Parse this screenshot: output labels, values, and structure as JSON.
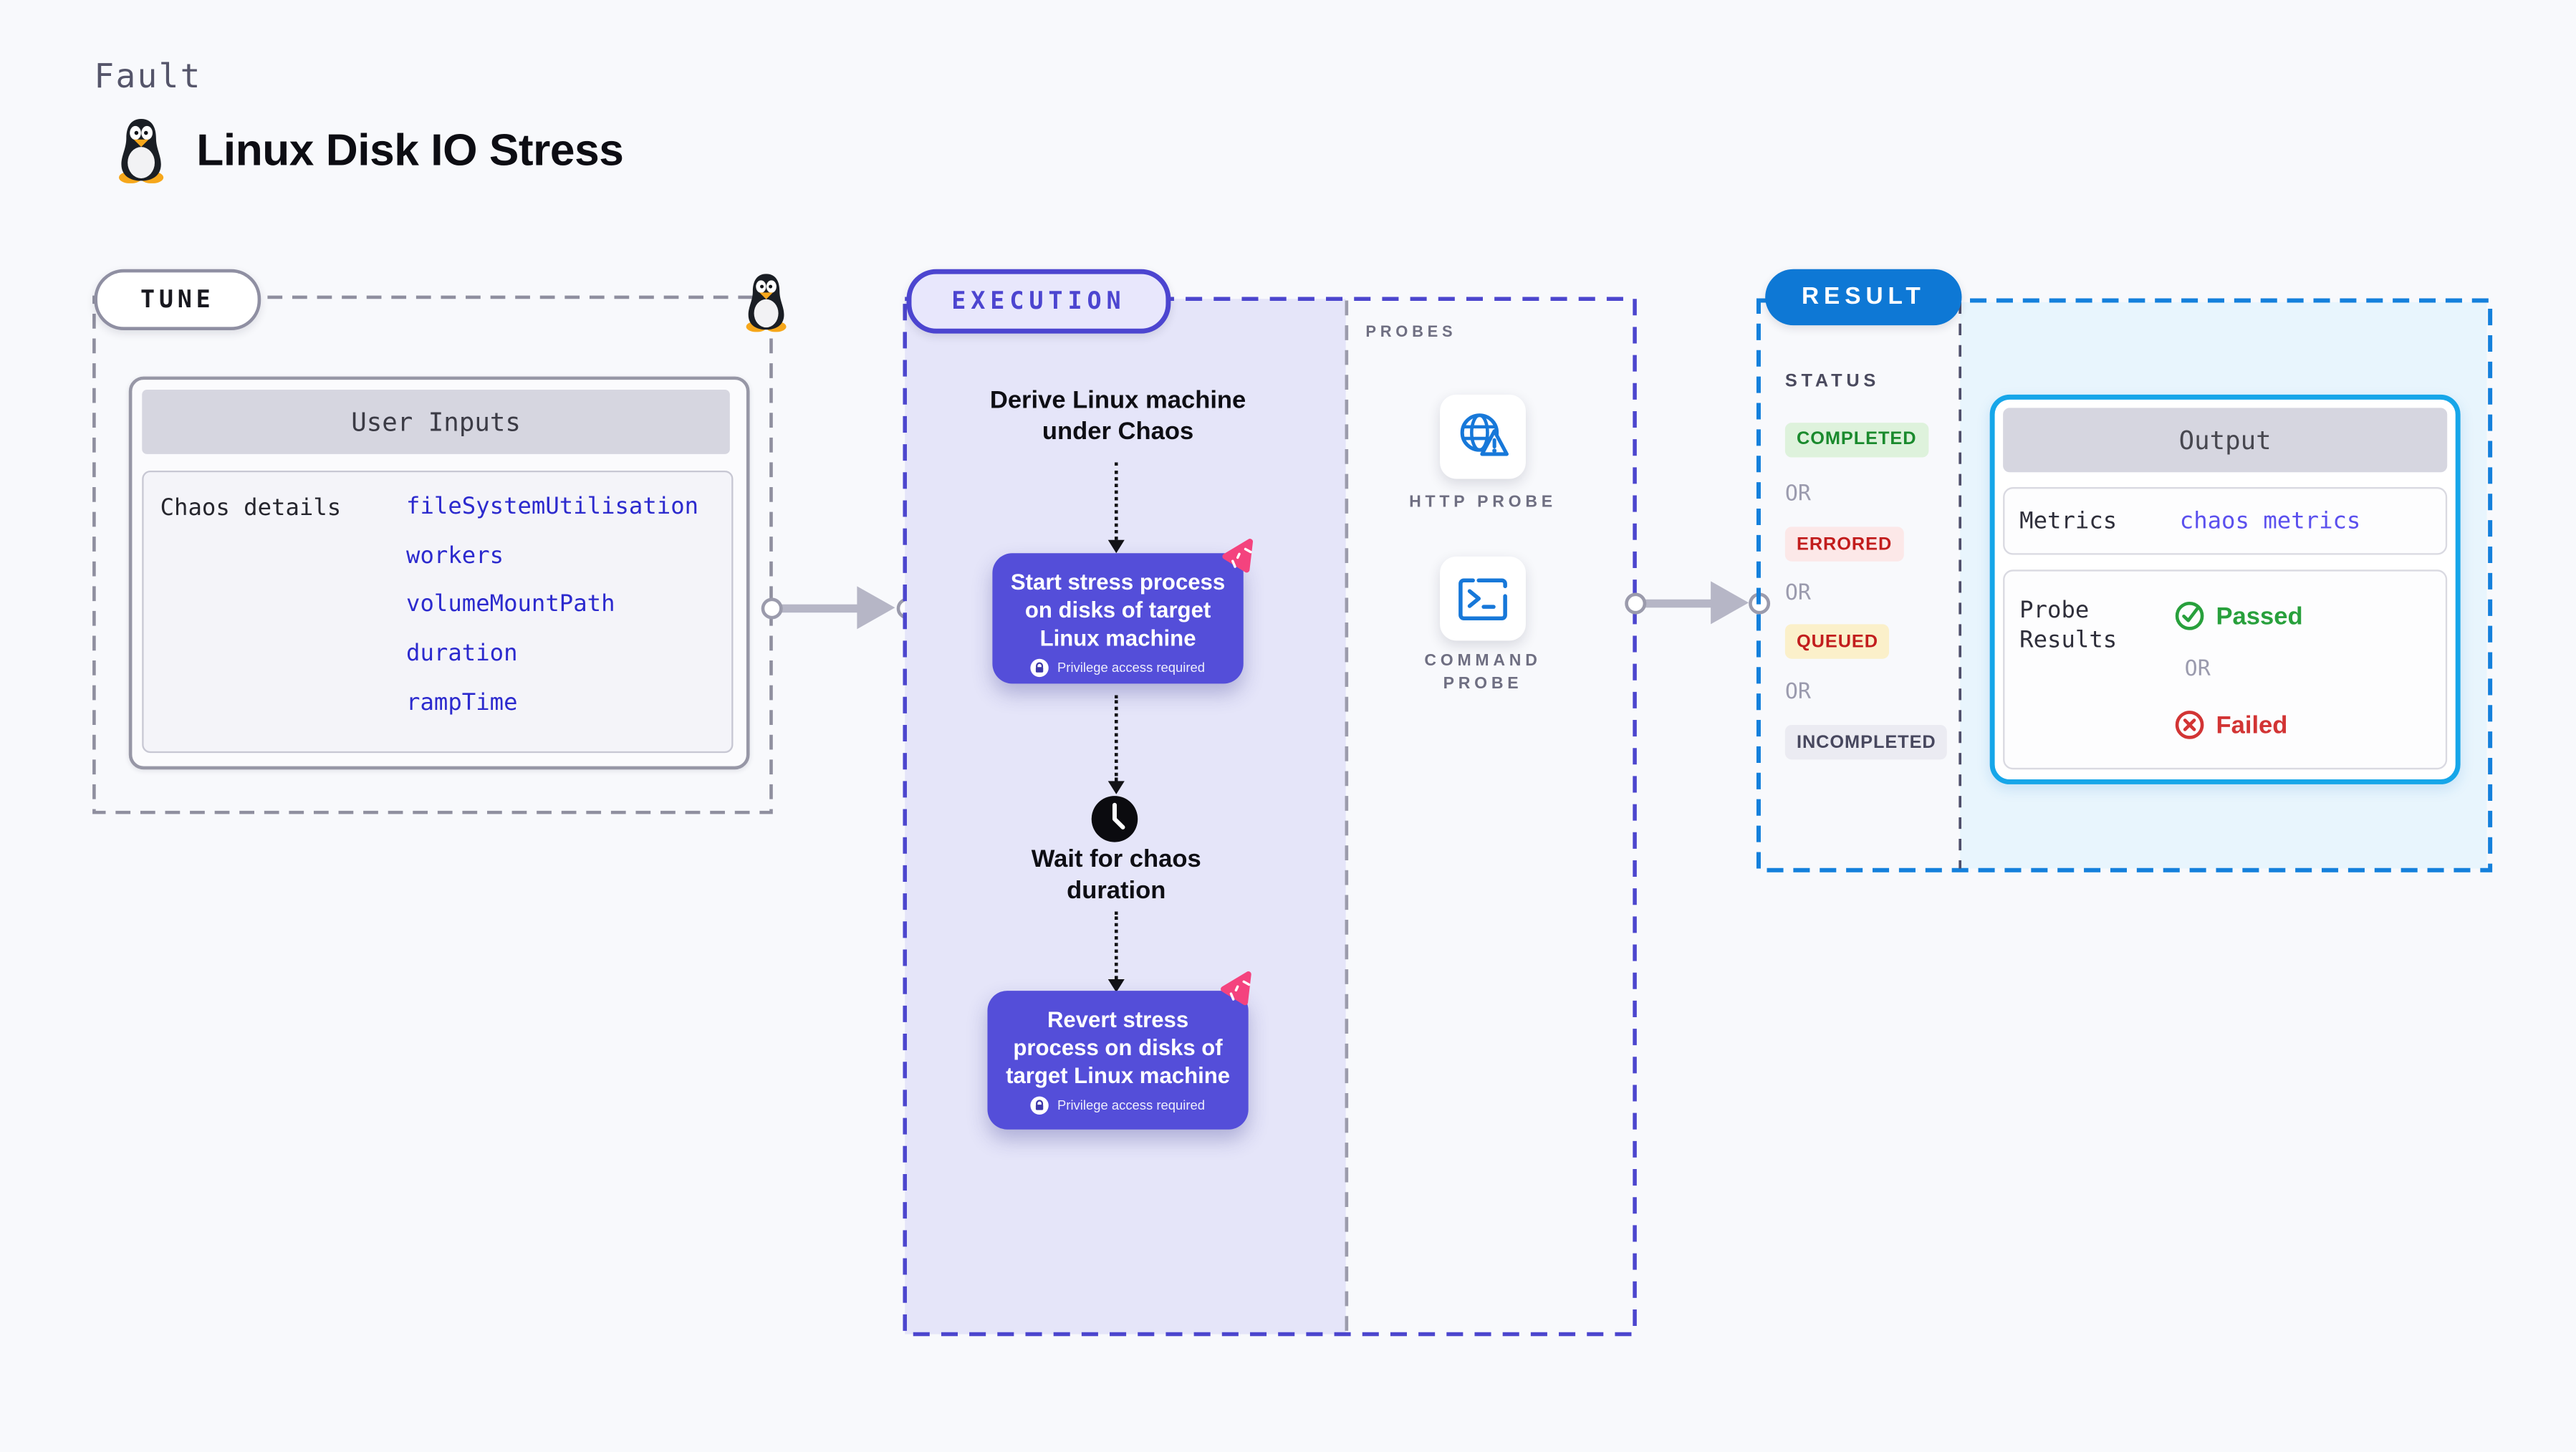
{
  "header": {
    "kicker": "Fault",
    "title": "Linux Disk IO Stress",
    "title_icon": "tux-penguin-icon"
  },
  "tune": {
    "label": "TUNE",
    "corner_icon": "tux-penguin-icon",
    "card": {
      "title": "User Inputs",
      "row_label": "Chaos details",
      "inputs": [
        "fileSystemUtilisation",
        "workers",
        "volumeMountPath",
        "duration",
        "rampTime"
      ]
    }
  },
  "execution": {
    "label": "EXECUTION",
    "derive_step": "Derive Linux machine under Chaos",
    "start_step": "Start stress process on disks of target Linux machine",
    "wait_step": "Wait for chaos duration",
    "revert_step": "Revert stress process on disks of target Linux machine",
    "privilege_label": "Privilege access required",
    "node_icon": "litmus-chaos-icon",
    "wait_icon": "clock-icon",
    "lock_icon": "lock-icon"
  },
  "probes": {
    "label": "PROBES",
    "items": [
      {
        "label": "HTTP PROBE",
        "icon": "globe-alert-icon"
      },
      {
        "label": "COMMAND PROBE",
        "icon": "terminal-icon"
      }
    ]
  },
  "result": {
    "label": "RESULT",
    "status_heading": "STATUS",
    "or_label": "OR",
    "statuses": [
      {
        "label": "COMPLETED",
        "fg": "#1a8a2d",
        "bg": "#def2dc"
      },
      {
        "label": "ERRORED",
        "fg": "#c21d1d",
        "bg": "#fce8e8"
      },
      {
        "label": "QUEUED",
        "fg": "#c21d1d",
        "bg": "#fbf0ca"
      },
      {
        "label": "INCOMPLETED",
        "fg": "#47475e",
        "bg": "#ebebf2"
      }
    ],
    "output": {
      "title": "Output",
      "metrics_label": "Metrics",
      "metrics_value": "chaos metrics",
      "probe_results_label": "Probe Results",
      "passed_label": "Passed",
      "failed_label": "Failed",
      "passed_icon": "check-circle-icon",
      "failed_icon": "x-circle-icon"
    }
  },
  "colors": {
    "page_bg": "#f8f9fc",
    "execution_panel": "#e5e5f9",
    "execution_border": "#4c46ce",
    "chaos_node": "#544ed9",
    "litmus_pink": "#f4437e",
    "tune_border": "#8f8f9f",
    "arrow_gray": "#b6b6c6",
    "result_border": "#1480dc",
    "result_pill": "#0e78d5",
    "result_panel": "#e8f5fd",
    "output_border": "#16a6e9",
    "input_value_blue": "#2c2ace",
    "metrics_value_blue": "#5b50ee",
    "probe_icon_blue": "#1778d9",
    "passed_green": "#28a03c",
    "failed_red": "#d23434"
  }
}
